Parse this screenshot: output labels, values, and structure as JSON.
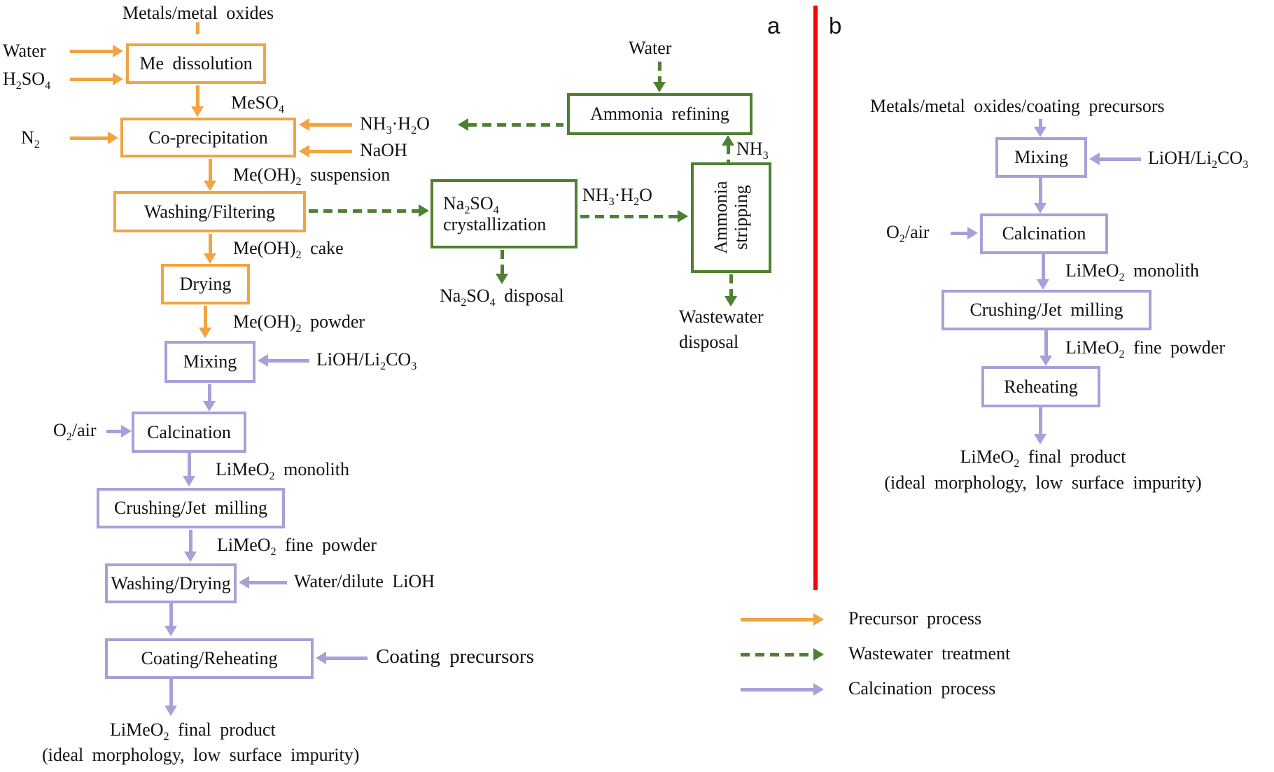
{
  "panel_a": {
    "letter": "a",
    "input_top": "Metals/metal oxides",
    "io": {
      "water": "Water",
      "h2so4": "H{2}SO{4}",
      "n2": "N{2}",
      "nh3h2o": "NH{3}·H{2}O",
      "naoh": "NaOH",
      "lioh": "LiOH/Li{2}CO{3}",
      "o2air": "O{2}/air",
      "water_dilute_lioh": "Water/dilute LiOH",
      "coating_precursors": "Coating precursors"
    },
    "boxes": {
      "dissolution": "Me dissolution",
      "coprecipitation": "Co-precipitation",
      "washing_filtering": "Washing/Filtering",
      "drying": "Drying",
      "mixing": "Mixing",
      "calcination": "Calcination",
      "crushing": "Crushing/Jet milling",
      "washing_drying": "Washing/Drying",
      "coating_reheating": "Coating/Reheating"
    },
    "streams": {
      "meso4": "MeSO{4}",
      "suspension": "Me(OH){2} suspension",
      "cake": "Me(OH){2} cake",
      "powder": "Me(OH){2} powder",
      "monolith": "LiMeO{2} monolith",
      "fine_powder": "LiMeO{2} fine powder"
    },
    "product_line1": "LiMeO{2} final product",
    "product_line2": "(ideal morphology, low surface impurity)"
  },
  "wastewater": {
    "water": "Water",
    "refining": "Ammonia refining",
    "nh3": "NH{3}",
    "stripping": "Ammonia stripping",
    "crystallization_line1": "Na{2}SO{4}",
    "crystallization_line2": "crystallization",
    "nh3h2o": "NH{3}·H{2}O",
    "na2so4_disposal": "Na{2}SO{4} disposal",
    "wastewater_disposal_line1": "Wastewater",
    "wastewater_disposal_line2": "disposal"
  },
  "panel_b": {
    "letter": "b",
    "input_top": "Metals/metal oxides/coating precursors",
    "io": {
      "lioh": "LiOH/Li{2}CO{3}",
      "o2air": "O{2}/air"
    },
    "boxes": {
      "mixing": "Mixing",
      "calcination": "Calcination",
      "crushing": "Crushing/Jet milling",
      "reheating": "Reheating"
    },
    "streams": {
      "monolith": "LiMeO{2} monolith",
      "fine_powder": "LiMeO{2} fine powder"
    },
    "product_line1": "LiMeO{2} final product",
    "product_line2": "(ideal morphology, low surface impurity)"
  },
  "legend": {
    "items": [
      {
        "label": "Precursor process",
        "color": "#F2A342",
        "style": "solid"
      },
      {
        "label": "Wastewater treatment",
        "color": "#4E8031",
        "style": "dashed"
      },
      {
        "label": "Calcination process",
        "color": "#A8A0D8",
        "style": "solid"
      }
    ]
  },
  "colors": {
    "precursor_orange": "#F2A342",
    "wastewater_green": "#4E8031",
    "calcination_purple": "#A8A0D8",
    "divider_red": "#FF0000",
    "text": "#111111"
  }
}
